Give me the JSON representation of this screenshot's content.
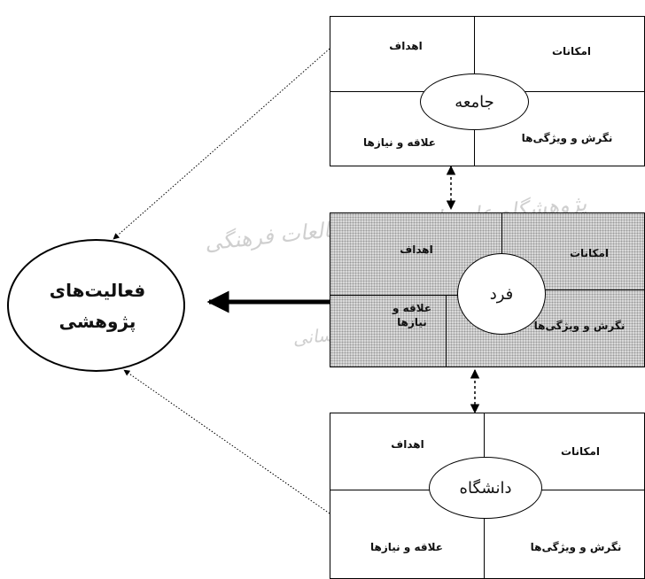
{
  "main": {
    "title_line1": "فعالیت‌های",
    "title_line2": "پژوهشی"
  },
  "groups": {
    "society": {
      "center": "جامعه",
      "top_left": "اهداف",
      "top_right": "امکانات",
      "bottom_left": "علاقه و نیازها",
      "bottom_right": "نگرش و ویژگی‌ها"
    },
    "individual": {
      "center": "فرد",
      "top_left": "اهداف",
      "top_right": "امکانات",
      "bottom_left": "علاقه و نیازها",
      "bottom_right": "نگرش و ویژگی‌ها"
    },
    "university": {
      "center": "دانشگاه",
      "top_left": "اهداف",
      "top_right": "امکانات",
      "bottom_left": "علاقه و نیازها",
      "bottom_right": "نگرش و ویژگی‌ها"
    }
  },
  "watermark": {
    "line1": "پژوهشگاه علوم انسانی و مطالعات فرهنگی",
    "line2": "پرتال جامع علوم انسانی"
  },
  "colors": {
    "line": "#000000",
    "gray_fill": "#d9d9d9",
    "background": "#ffffff"
  }
}
